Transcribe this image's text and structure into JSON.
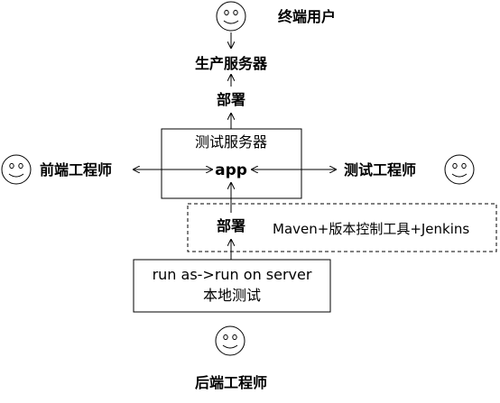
{
  "nodes": {
    "end_user": "终端用户",
    "production_server": "生产服务器",
    "deploy_top": "部署",
    "test_server": "测试服务器",
    "app": "app",
    "frontend_engineer": "前端工程师",
    "test_engineer": "测试工程师",
    "deploy_bottom": "部署",
    "tooling": "Maven+版本控制工具+Jenkins",
    "local_line1": "run as->run on server",
    "local_line2": "本地测试",
    "backend_engineer": "后端工程师"
  },
  "icons": {
    "person": "smiley-face-icon"
  }
}
